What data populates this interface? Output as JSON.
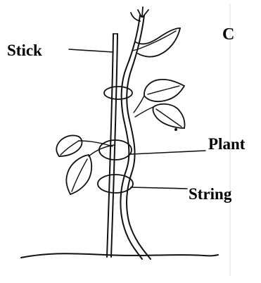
{
  "panel_letter": "C",
  "labels": {
    "stick": "Stick",
    "plant": "Plant",
    "string": "String"
  },
  "colors": {
    "ink": "#111111",
    "background": "#ffffff",
    "divider": "#dddddd"
  }
}
